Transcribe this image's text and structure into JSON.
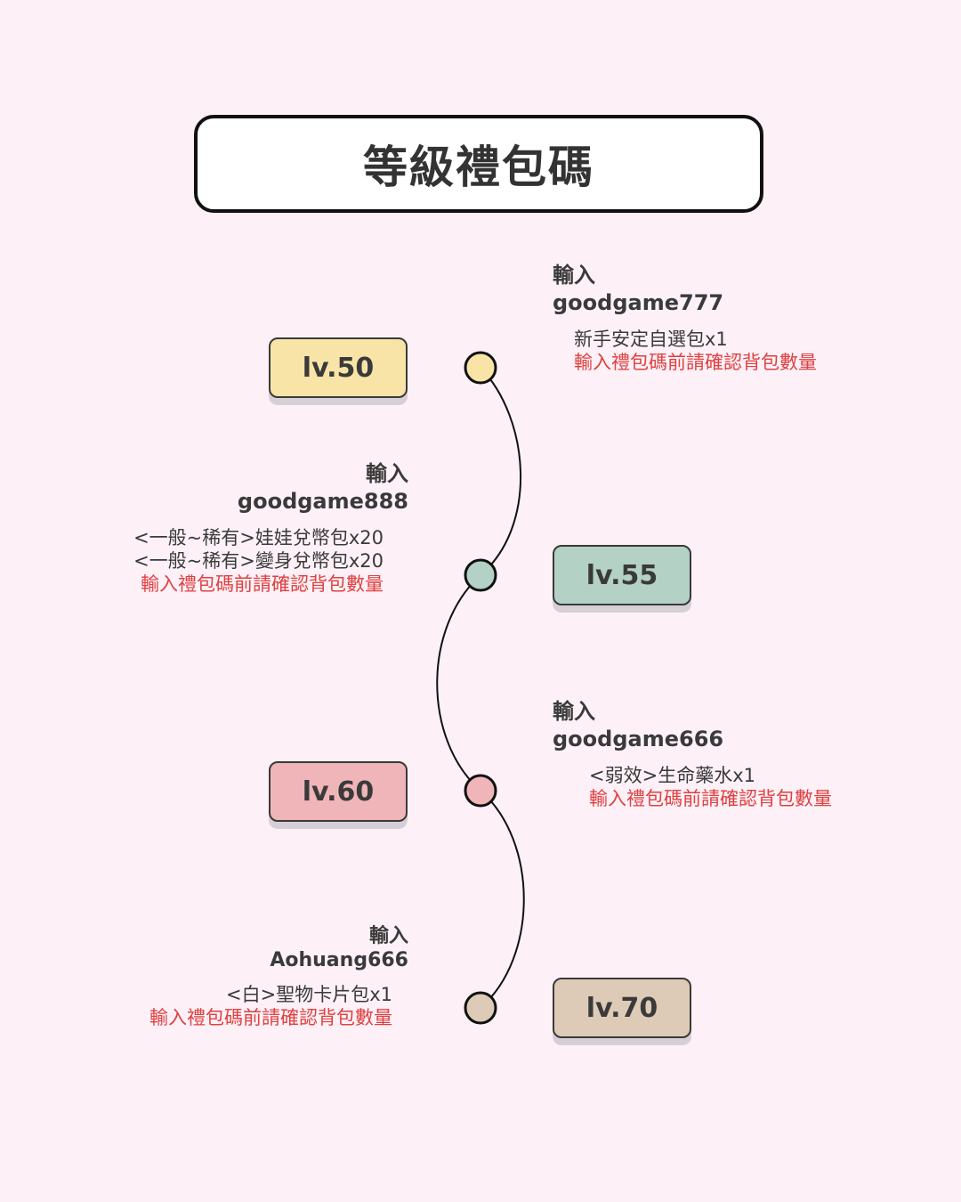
{
  "title": "等級禮包碼",
  "colors": {
    "background": "#fdf1f7",
    "line": "#111111",
    "note": "#e04040"
  },
  "levels": [
    {
      "level": "lv.50",
      "color": "#f8e4a6",
      "input_label": "輸入",
      "code": "goodgame777",
      "items": [
        "新手安定自選包x1"
      ],
      "note": "輸入禮包碼前請確認背包數量"
    },
    {
      "level": "lv.55",
      "color": "#b3d1c5",
      "input_label": "輸入",
      "code": "goodgame888",
      "items": [
        "<一般~稀有>娃娃兌幣包x20",
        "<一般~稀有>變身兌幣包x20"
      ],
      "note": "輸入禮包碼前請確認背包數量"
    },
    {
      "level": "lv.60",
      "color": "#f0b5b8",
      "input_label": "輸入",
      "code": "goodgame666",
      "items": [
        "<弱效>生命藥水x1"
      ],
      "note": "輸入禮包碼前請確認背包數量"
    },
    {
      "level": "lv.70",
      "color": "#ddcbb8",
      "input_label": "輸入",
      "code": "Aohuang666",
      "items": [
        "<白>聖物卡片包x1"
      ],
      "note": "輸入禮包碼前請確認背包數量"
    }
  ]
}
